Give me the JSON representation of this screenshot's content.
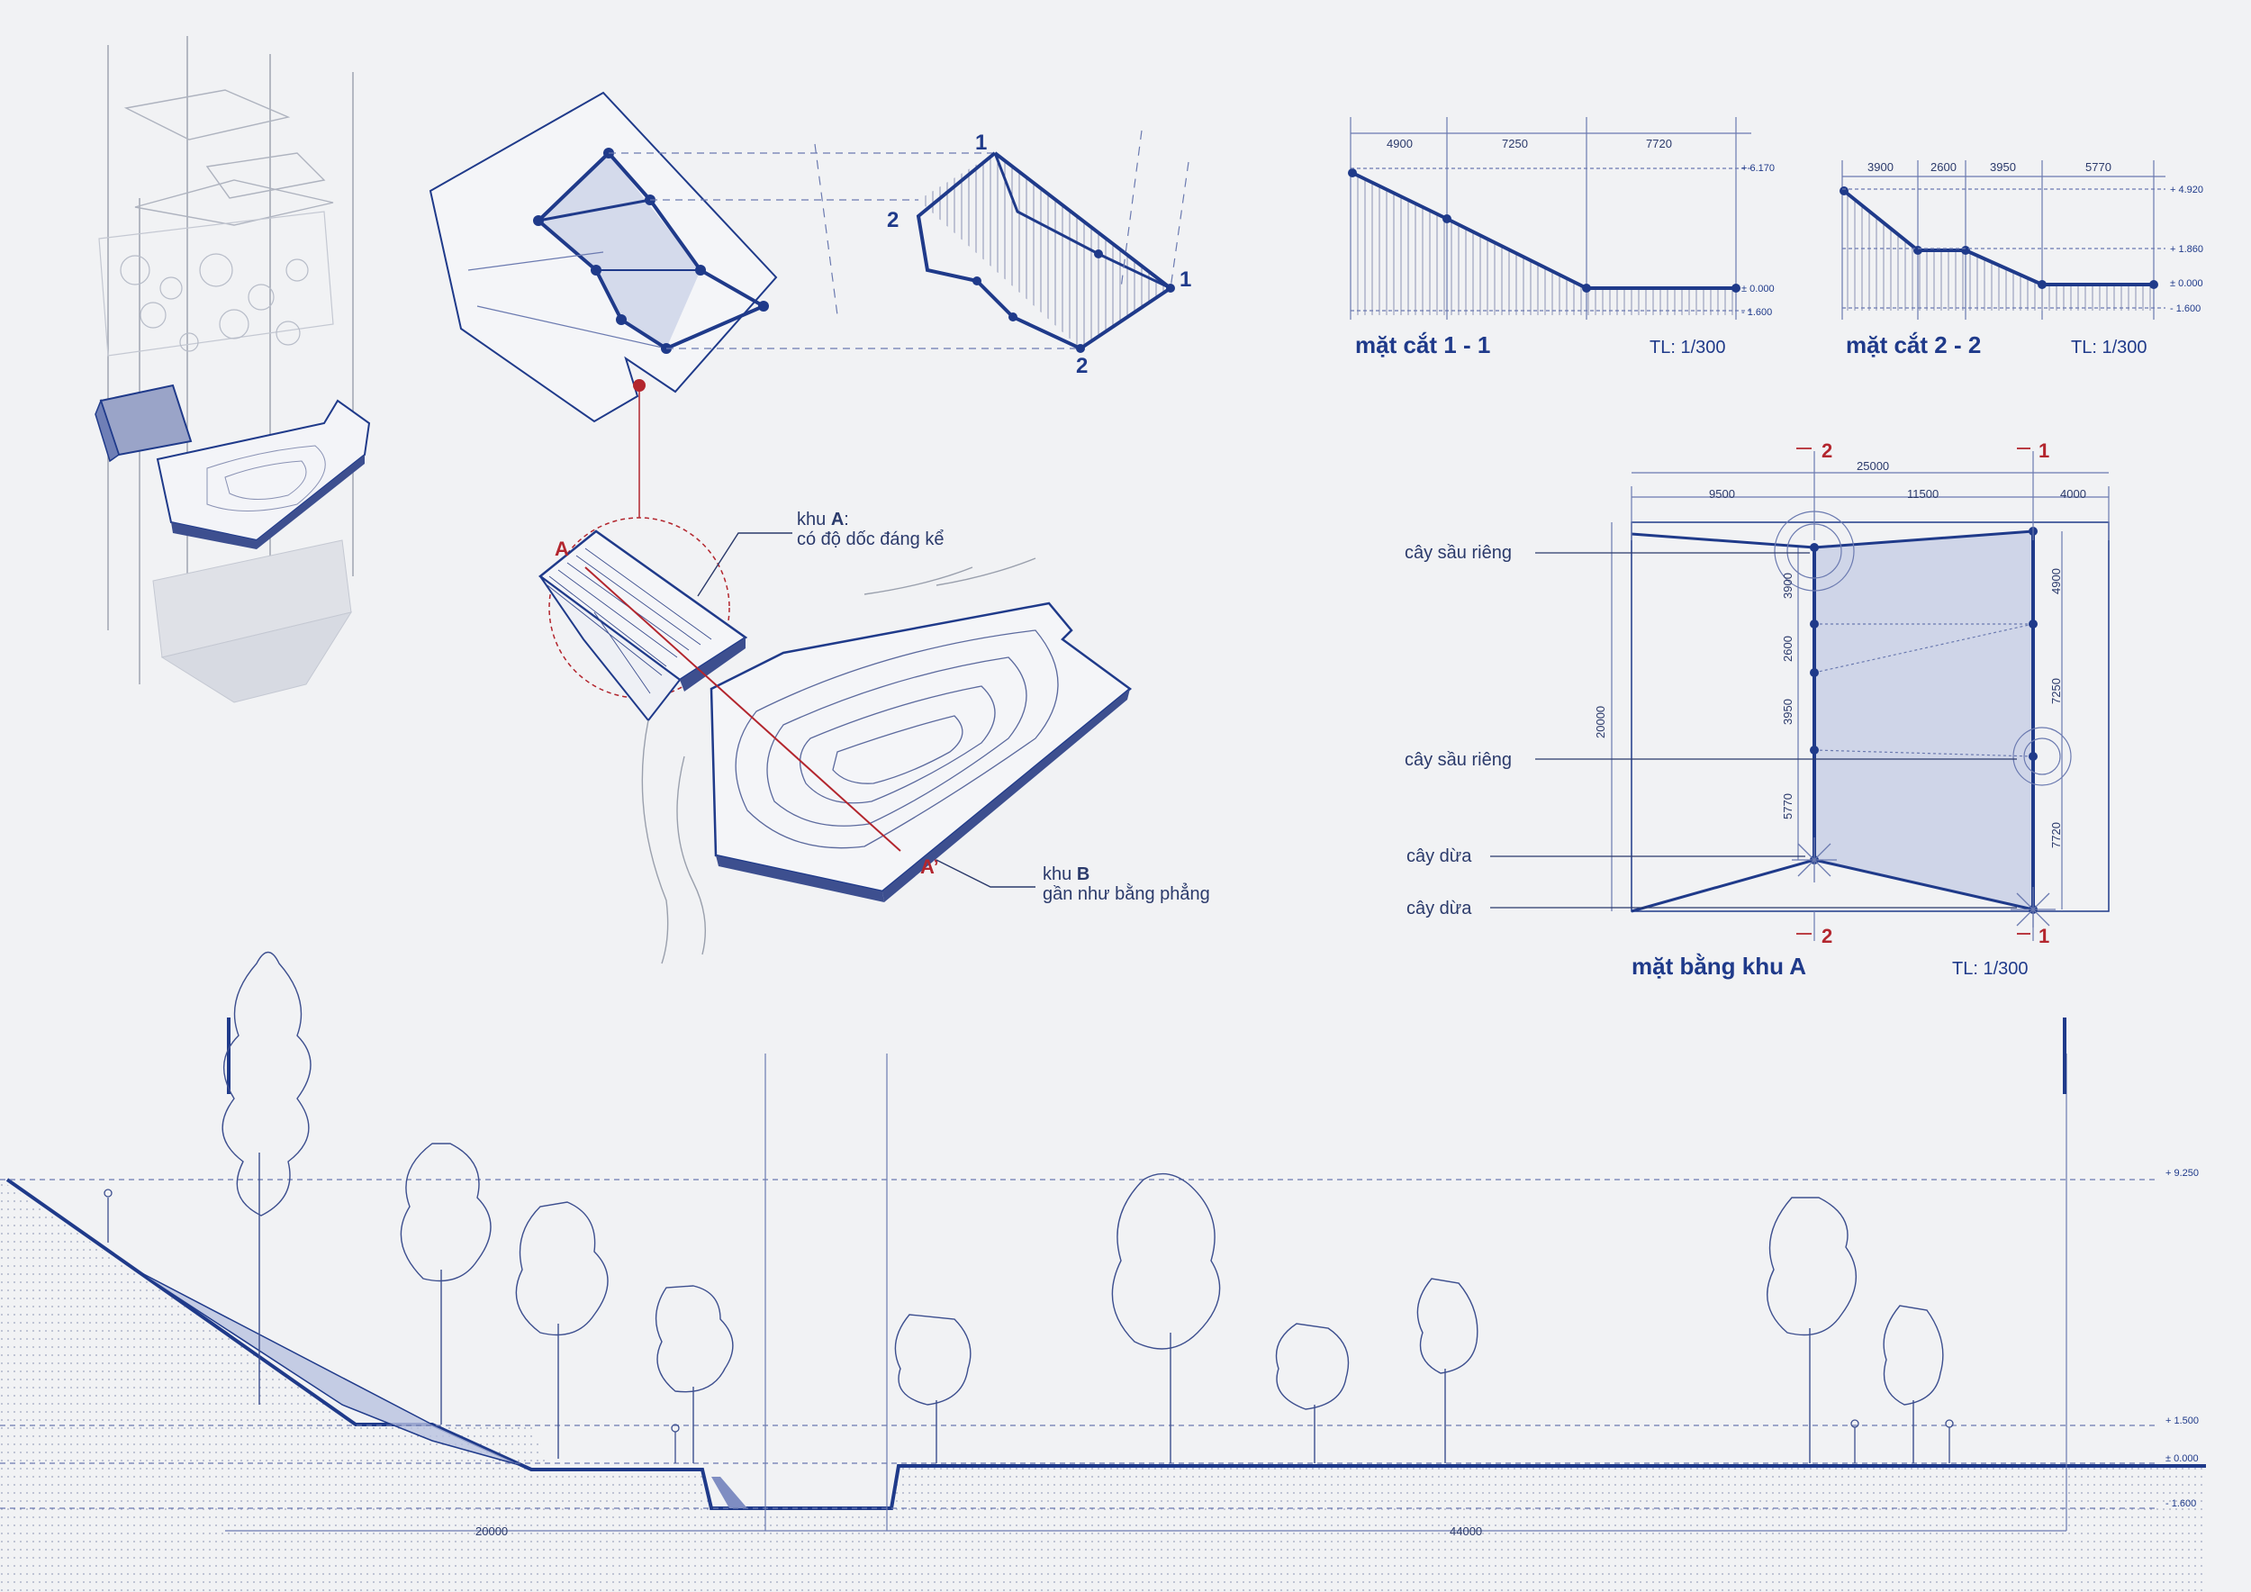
{
  "axonometric": {
    "point_labels": [
      "1",
      "2",
      "1",
      "2"
    ],
    "marker_a": "A",
    "marker_a_prime": "A’",
    "zone_a_label_pre": "khu ",
    "zone_a_letter": "A",
    "zone_a_label_post": ":",
    "zone_a_desc": "có độ dốc đáng kể",
    "zone_b_label_pre": "khu ",
    "zone_b_letter": "B",
    "zone_b_desc": "gần như bằng phẳng"
  },
  "section_1_1": {
    "title": "mặt cắt 1 - 1",
    "scale": "TL: 1/300",
    "dims": [
      "4900",
      "7250",
      "7720"
    ],
    "levels": [
      "+ 6.170",
      "± 0.000",
      "- 1.600"
    ]
  },
  "section_2_2": {
    "title": "mặt cắt 2 - 2",
    "scale": "TL: 1/300",
    "dims": [
      "3900",
      "2600",
      "3950",
      "5770"
    ],
    "levels": [
      "+ 4.920",
      "+ 1.860",
      "± 0.000",
      "- 1.600"
    ]
  },
  "plan_a": {
    "title": "mặt bằng khu A",
    "scale": "TL: 1/300",
    "cut_labels": [
      "2",
      "1",
      "2",
      "1"
    ],
    "overall_width": "25000",
    "top_dims": [
      "9500",
      "11500",
      "4000"
    ],
    "left_dim": "20000",
    "left_inner_dims": [
      "3900",
      "2600",
      "3950",
      "5770"
    ],
    "right_dims": [
      "4900",
      "7250",
      "7720"
    ],
    "tree_labels": [
      "cây sầu riêng",
      "cây sầu riêng",
      "cây dừa",
      "cây dừa"
    ]
  },
  "long_section": {
    "dims": [
      "20000",
      "44000"
    ],
    "levels": [
      "+ 9.250",
      "+ 1.500",
      "± 0.000",
      "- 1.600"
    ]
  },
  "colors": {
    "line": "#1f3a8a",
    "fill": "#b9c2e0",
    "accent": "#b3262e",
    "background": "#f1f2f4"
  }
}
